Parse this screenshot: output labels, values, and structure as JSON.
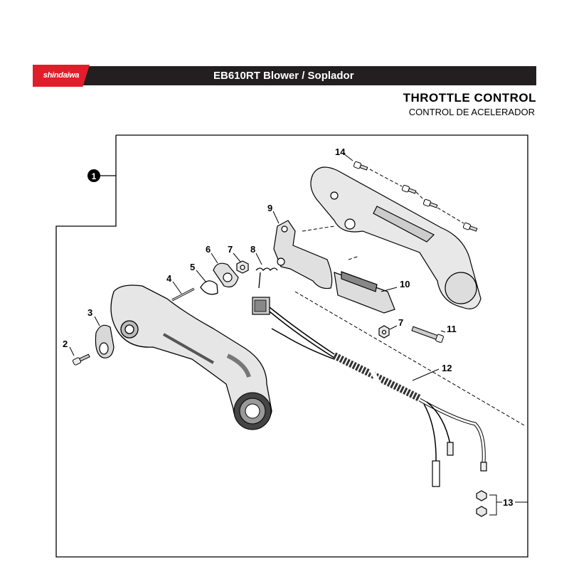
{
  "header": {
    "brand": "shindaiwa",
    "model_title": "EB610RT Blower / Soplador"
  },
  "section": {
    "title": "THROTTLE CONTROL",
    "subtitle": "CONTROL DE ACELERADOR"
  },
  "assembly_callout": "1",
  "callouts": {
    "c2": "2",
    "c3": "3",
    "c4": "4",
    "c5": "5",
    "c6": "6",
    "c7a": "7",
    "c8": "8",
    "c9": "9",
    "c10": "10",
    "c7b": "7",
    "c11": "11",
    "c12": "12",
    "c13": "13",
    "c14": "14"
  },
  "colors": {
    "brand_red": "#e21d2b",
    "header_dark": "#231f20"
  }
}
